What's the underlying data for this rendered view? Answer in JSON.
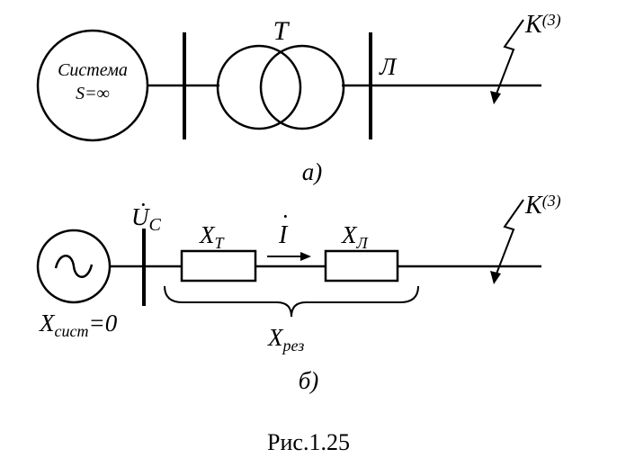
{
  "diagram_a": {
    "system_label_line1": "Система",
    "system_label_line2": "S=∞",
    "transformer_label": "T",
    "line_label": "Л",
    "fault_label": "K",
    "fault_superscript": "(3)",
    "caption": "а)"
  },
  "diagram_b": {
    "voltage_label": "U",
    "voltage_subscript": "C",
    "xt_label": "X",
    "xt_subscript": "T",
    "current_label": "I",
    "xl_label": "X",
    "xl_subscript": "Л",
    "fault_label": "K",
    "fault_superscript": "(3)",
    "xsys_label": "X",
    "xsys_subscript": "сист",
    "xsys_value": "=0",
    "xres_label": "X",
    "xres_subscript": "рез",
    "caption": "б)"
  },
  "figure_caption": "Рис.1.25"
}
